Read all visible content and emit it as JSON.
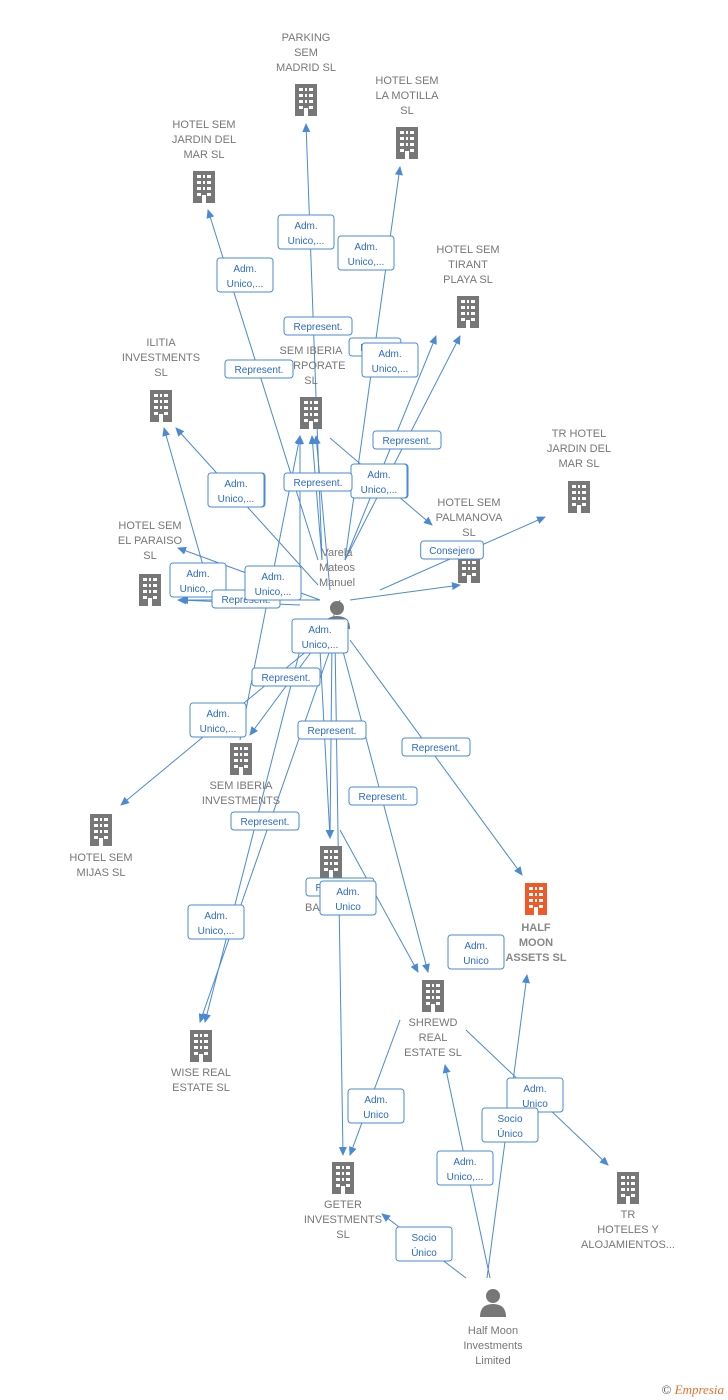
{
  "colors": {
    "edge": "#4a8ad4",
    "node": "#777777",
    "focus_node": "#f05a28",
    "label": "#777777"
  },
  "nodes": [
    {
      "id": "parking",
      "type": "company",
      "lines": [
        "PARKING",
        "SEM",
        "MADRID  SL"
      ]
    },
    {
      "id": "motilla",
      "type": "company",
      "lines": [
        "HOTEL SEM",
        "LA MOTILLA",
        "SL"
      ]
    },
    {
      "id": "jardinmar",
      "type": "company",
      "lines": [
        "HOTEL SEM",
        "JARDIN DEL",
        "MAR  SL"
      ]
    },
    {
      "id": "tirant",
      "type": "company",
      "lines": [
        "HOTEL SEM",
        "TIRANT",
        "PLAYA  SL"
      ]
    },
    {
      "id": "ilitia",
      "type": "company",
      "lines": [
        "ILITIA",
        "INVESTMENTS",
        "SL"
      ]
    },
    {
      "id": "semcorp",
      "type": "company",
      "lines": [
        "SEM IBERIA",
        "CORPORATE",
        "SL"
      ]
    },
    {
      "id": "trjardin",
      "type": "company",
      "lines": [
        "TR HOTEL",
        "JARDIN DEL",
        "MAR SL"
      ]
    },
    {
      "id": "palmanova",
      "type": "company",
      "lines": [
        "HOTEL SEM",
        "PALMANOVA",
        "SL"
      ]
    },
    {
      "id": "paraiso",
      "type": "company",
      "lines": [
        "HOTEL SEM",
        "EL PARAISO",
        "SL"
      ]
    },
    {
      "id": "varela",
      "type": "person",
      "lines": [
        "Varela",
        "Mateos",
        "Manuel"
      ]
    },
    {
      "id": "seminv",
      "type": "company",
      "lines": [
        "SEM IBERIA",
        "INVESTMENTS"
      ]
    },
    {
      "id": "mijas",
      "type": "company",
      "lines": [
        "HOTEL SEM",
        "MIJAS  SL"
      ]
    },
    {
      "id": "baeza",
      "type": "company",
      "lines": [
        "HOTEL",
        "BAEZA  SL"
      ]
    },
    {
      "id": "halfmoonassets",
      "type": "focus",
      "lines": [
        "HALF",
        "MOON",
        "ASSETS  SL"
      ]
    },
    {
      "id": "wise",
      "type": "company",
      "lines": [
        "WISE REAL",
        "ESTATE  SL"
      ]
    },
    {
      "id": "shrewd",
      "type": "company",
      "lines": [
        "SHREWD",
        "REAL",
        "ESTATE  SL"
      ]
    },
    {
      "id": "geter",
      "type": "company",
      "lines": [
        "GETER",
        "INVESTMENTS",
        "SL"
      ]
    },
    {
      "id": "trhoteles",
      "type": "company",
      "lines": [
        "TR",
        "HOTELES Y",
        "ALOJAMIENTOS..."
      ]
    },
    {
      "id": "halfmooninv",
      "type": "person",
      "lines": [
        "Half Moon",
        "Investments",
        "Limited"
      ]
    }
  ],
  "edges": [
    {
      "from": "varela",
      "to": "parking",
      "label": [
        "Adm.",
        "Unico,..."
      ]
    },
    {
      "from": "varela",
      "to": "motilla",
      "label": [
        "Adm.",
        "Unico,..."
      ]
    },
    {
      "from": "varela",
      "to": "jardinmar",
      "label": [
        "Adm.",
        "Unico,..."
      ]
    },
    {
      "from": "varela",
      "to": "tirant",
      "label": [
        "Repr..."
      ]
    },
    {
      "from": "varela",
      "to": "tirant",
      "label": [
        "Adm.",
        "Unico,..."
      ]
    },
    {
      "from": "varela",
      "to": "semcorp",
      "label": [
        "Represent."
      ]
    },
    {
      "from": "varela",
      "to": "ilitia",
      "label": [
        "Represent."
      ]
    },
    {
      "from": "varela",
      "to": "semcorp",
      "label": [
        "Adm.",
        "Unico,..."
      ]
    },
    {
      "from": "varela",
      "to": "palmanova",
      "label": [
        "Represent."
      ]
    },
    {
      "from": "varela",
      "to": "palmanova",
      "label": [
        "Adm.",
        "Unico,..."
      ]
    },
    {
      "from": "varela",
      "to": "trjardin",
      "label": [
        "Consejero"
      ]
    },
    {
      "from": "varela",
      "to": "paraiso",
      "label": [
        "Adm.",
        "Unico,..."
      ]
    },
    {
      "from": "varela",
      "to": "paraiso",
      "label": [
        "Represent."
      ]
    },
    {
      "from": "varela",
      "to": "semcorp",
      "label": [
        "Represent."
      ]
    },
    {
      "from": "varela",
      "to": "semcorp",
      "label": [
        "Adm.",
        "Unico,..."
      ]
    },
    {
      "from": "varela",
      "to": "ilitia",
      "label": [
        "Adm.",
        "Unico,..."
      ]
    },
    {
      "from": "varela",
      "to": "seminv",
      "label": [
        "Represent."
      ]
    },
    {
      "from": "varela",
      "to": "mijas",
      "label": [
        "Adm.",
        "Unico,..."
      ]
    },
    {
      "from": "varela",
      "to": "baeza",
      "label": [
        "Represent."
      ]
    },
    {
      "from": "varela",
      "to": "halfmoonassets",
      "label": [
        "Represent."
      ]
    },
    {
      "from": "varela",
      "to": "shrewd",
      "label": [
        "Represent."
      ]
    },
    {
      "from": "varela",
      "to": "wise",
      "label": [
        "Represent."
      ]
    },
    {
      "from": "varela",
      "to": "wise",
      "label": [
        "Adm.",
        "Unico,..."
      ]
    },
    {
      "from": "varela",
      "to": "geter",
      "label": [
        "Represent."
      ]
    },
    {
      "from": "varela",
      "to": "baeza",
      "label": [
        "Adm.",
        "Unico"
      ]
    },
    {
      "from": "varela",
      "to": "shrewd",
      "label": [
        "Adm.",
        "Unico"
      ]
    },
    {
      "from": "shrewd",
      "to": "geter",
      "label": [
        "Adm.",
        "Unico"
      ]
    },
    {
      "from": "shrewd",
      "to": "trhoteles",
      "label": [
        "Adm.",
        "Unico"
      ]
    },
    {
      "from": "halfmooninv",
      "to": "halfmoonassets",
      "label": [
        "Socio",
        "Único"
      ]
    },
    {
      "from": "halfmooninv",
      "to": "shrewd",
      "label": [
        "Adm.",
        "Unico,..."
      ]
    },
    {
      "from": "halfmooninv",
      "to": "geter",
      "label": [
        "Socio",
        "Único"
      ]
    },
    {
      "from": "varela",
      "to": "ilitia",
      "label": [
        "Adm.",
        "Unico,..."
      ]
    },
    {
      "from": "varela",
      "to": "semcorp",
      "label": [
        "Adm.",
        "Unico,..."
      ]
    }
  ],
  "footer": {
    "copyright": "©",
    "brand": "Empresia"
  }
}
